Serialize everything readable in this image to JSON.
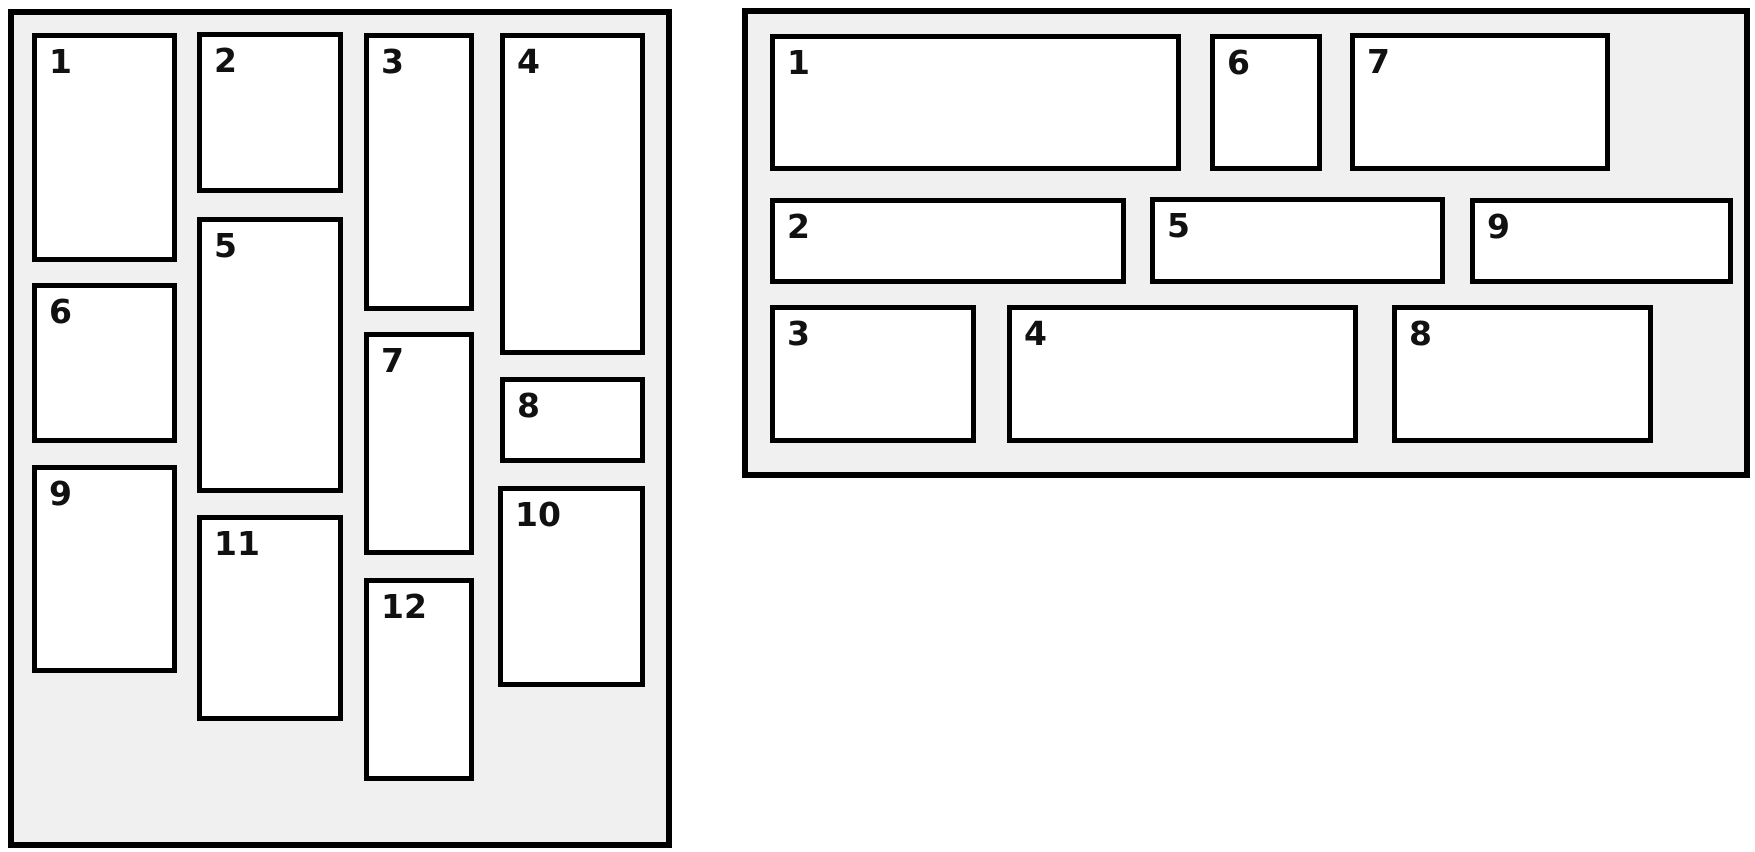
{
  "colors": {
    "page_background": "#ffffff",
    "panel_background": "#f0f0f0",
    "border": "#000000",
    "box_background": "#ffffff",
    "label_text": "#111111"
  },
  "left_panel": {
    "description": "vertical masonry demo container",
    "items": [
      {
        "label": "1"
      },
      {
        "label": "2"
      },
      {
        "label": "3"
      },
      {
        "label": "4"
      },
      {
        "label": "5"
      },
      {
        "label": "6"
      },
      {
        "label": "7"
      },
      {
        "label": "8"
      },
      {
        "label": "9"
      },
      {
        "label": "10"
      },
      {
        "label": "11"
      },
      {
        "label": "12"
      }
    ]
  },
  "right_panel": {
    "description": "horizontal masonry demo container",
    "items": [
      {
        "label": "1"
      },
      {
        "label": "2"
      },
      {
        "label": "3"
      },
      {
        "label": "4"
      },
      {
        "label": "5"
      },
      {
        "label": "6"
      },
      {
        "label": "7"
      },
      {
        "label": "8"
      },
      {
        "label": "9"
      }
    ]
  }
}
